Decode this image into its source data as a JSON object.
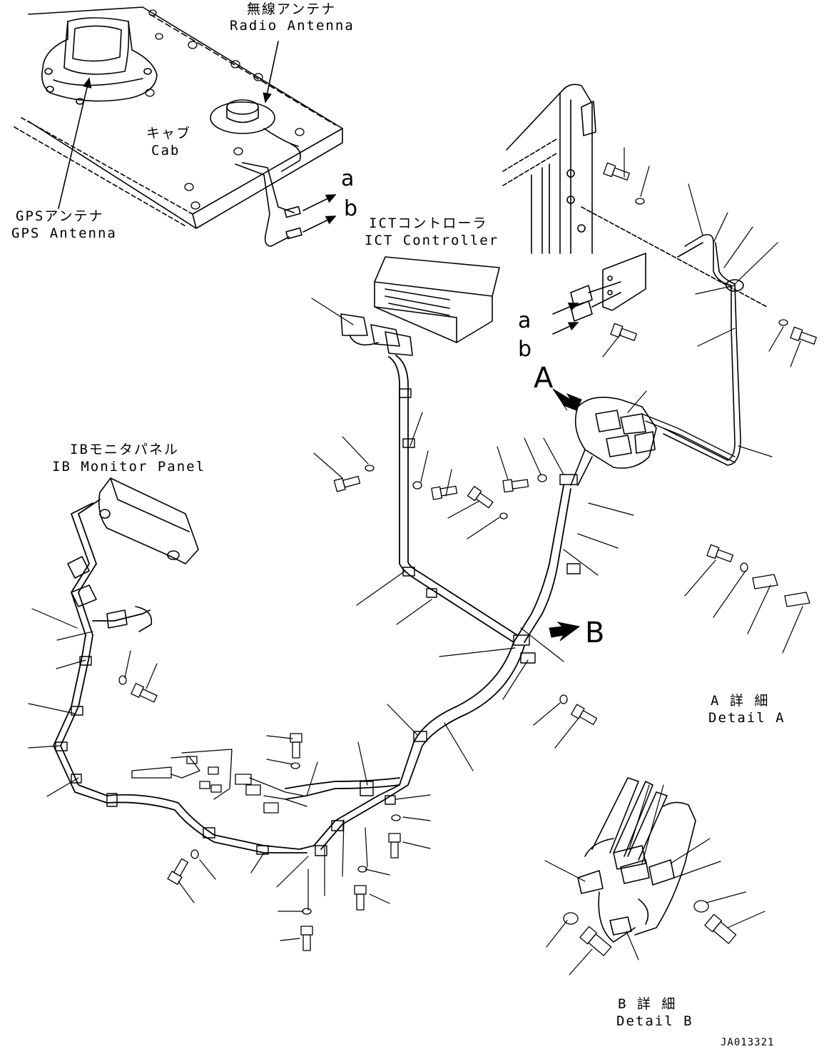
{
  "labels": {
    "radio_antenna_jp": "無線アンテナ",
    "radio_antenna_en": "Radio Antenna",
    "cab_jp": "キャブ",
    "cab_en": "Cab",
    "gps_antenna_jp": "GPSアンテナ",
    "gps_antenna_en": "GPS Antenna",
    "ict_controller_jp": "ICTコントローラ",
    "ict_controller_en": "ICT Controller",
    "monitor_panel_jp": "IBモニタパネル",
    "monitor_panel_en": "IB Monitor Panel",
    "detail_a_jp": "A 詳 細",
    "detail_a_en": "Detail A",
    "detail_b_jp": "B 詳 細",
    "detail_b_en": "Detail B"
  },
  "callouts": {
    "a_top": "a",
    "b_top": "b",
    "a_mid": "a",
    "b_mid": "b",
    "view_a": "A",
    "view_b": "B"
  },
  "drawing_code": "JA013321"
}
